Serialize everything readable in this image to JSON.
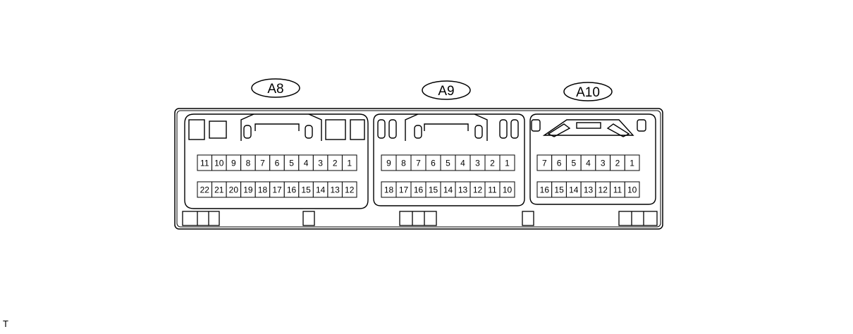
{
  "connectors": [
    {
      "label": "A8",
      "top_row": [
        "11",
        "10",
        "9",
        "8",
        "7",
        "6",
        "5",
        "4",
        "3",
        "2",
        "1"
      ],
      "bottom_row": [
        "22",
        "21",
        "20",
        "19",
        "18",
        "17",
        "16",
        "15",
        "14",
        "13",
        "12"
      ]
    },
    {
      "label": "A9",
      "top_row": [
        "9",
        "8",
        "7",
        "6",
        "5",
        "4",
        "3",
        "2",
        "1"
      ],
      "bottom_row": [
        "18",
        "17",
        "16",
        "15",
        "14",
        "13",
        "12",
        "11",
        "10"
      ]
    },
    {
      "label": "A10",
      "top_row": [
        "7",
        "6",
        "5",
        "4",
        "3",
        "2",
        "1"
      ],
      "bottom_row": [
        "16",
        "15",
        "14",
        "13",
        "12",
        "11",
        "10"
      ]
    }
  ],
  "corner_mark": "T"
}
